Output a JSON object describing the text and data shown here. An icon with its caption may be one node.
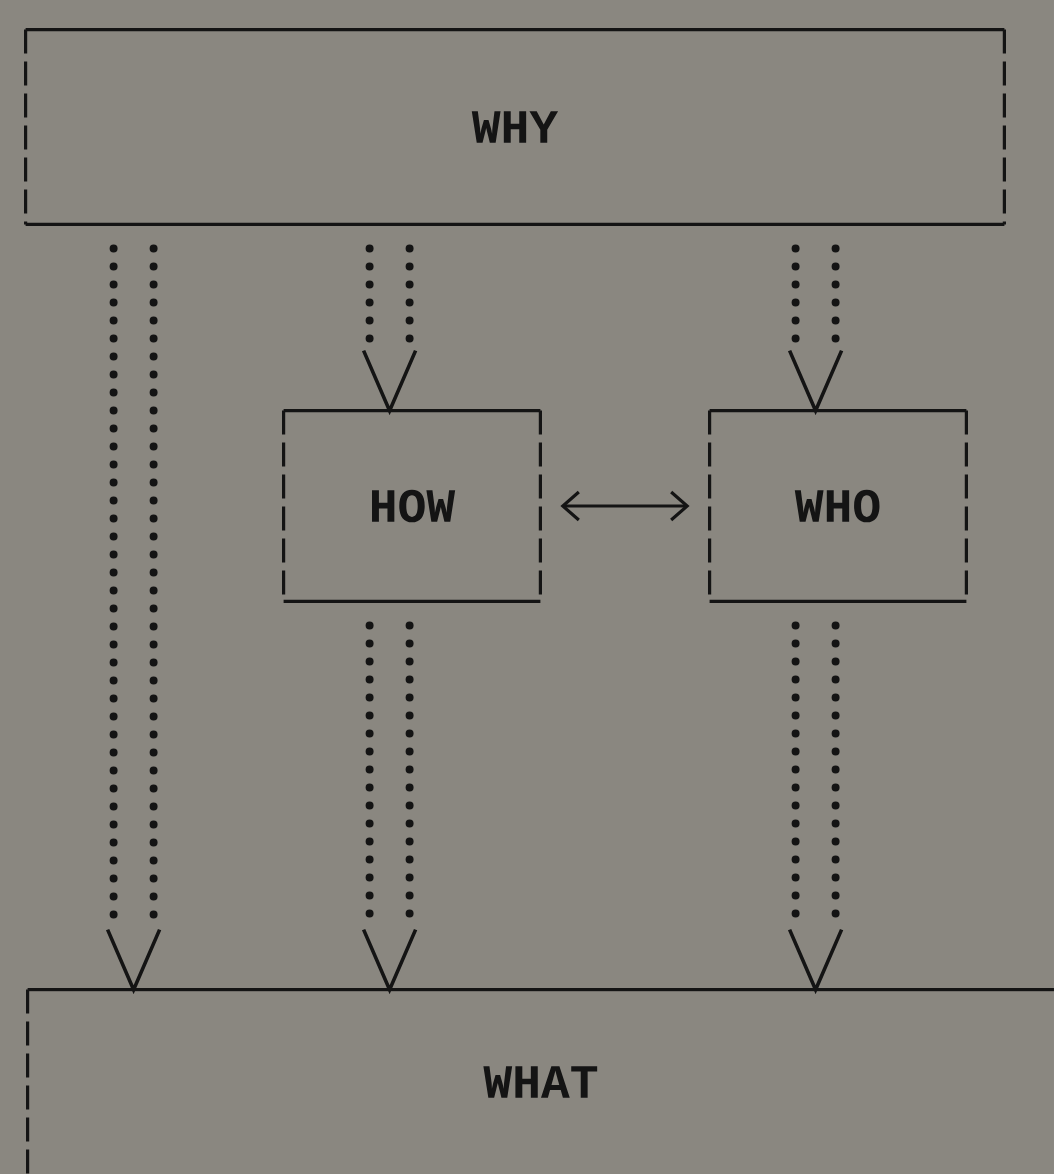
{
  "diagram": {
    "nodes": [
      {
        "text": [
          "WHY"
        ]
      },
      {
        "text": [
          "HOW"
        ]
      },
      {
        "text": [
          "WHO"
        ]
      },
      {
        "text": [
          "WHAT"
        ]
      }
    ],
    "edges": [
      {
        "from": 0,
        "to": 3,
        "arrow": "to",
        "style": "dashed"
      },
      {
        "from": 0,
        "to": 1,
        "arrow": "to",
        "style": "dashed"
      },
      {
        "from": 0,
        "to": 2,
        "arrow": "to",
        "style": "dashed"
      },
      {
        "from": 1,
        "to": 3,
        "arrow": "to",
        "style": "dashed"
      },
      {
        "from": 2,
        "to": 3,
        "arrow": "to",
        "style": "dashed"
      },
      {
        "from": 1,
        "to": 2,
        "arrow": "both"
      }
    ]
  }
}
